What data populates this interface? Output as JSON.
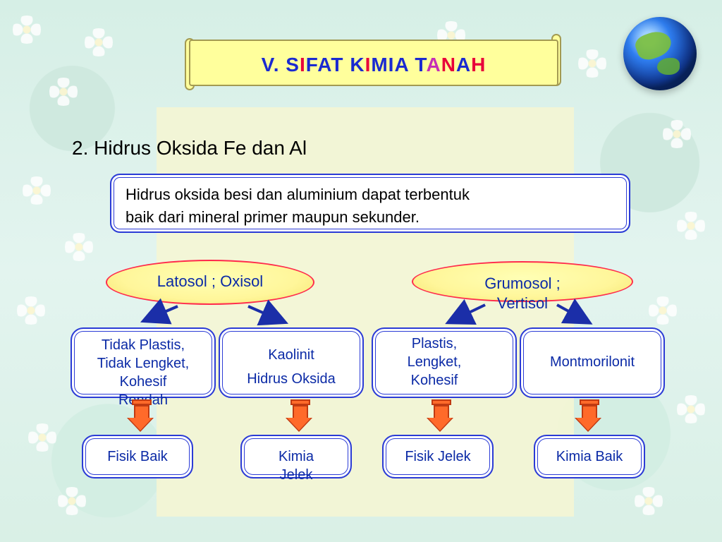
{
  "slide": {
    "title_parts": [
      {
        "text": "V.  ",
        "cls": ""
      },
      {
        "text": "S",
        "cls": ""
      },
      {
        "text": "I",
        "cls": "r"
      },
      {
        "text": "FAT  ",
        "cls": ""
      },
      {
        "text": "K",
        "cls": ""
      },
      {
        "text": "I",
        "cls": "r"
      },
      {
        "text": "M",
        "cls": ""
      },
      {
        "text": "IA  ",
        "cls": ""
      },
      {
        "text": "T",
        "cls": ""
      },
      {
        "text": "A",
        "cls": "p"
      },
      {
        "text": "N",
        "cls": "r"
      },
      {
        "text": "A",
        "cls": ""
      },
      {
        "text": "H",
        "cls": "r"
      }
    ],
    "subtitle": "2.  Hidrus Oksida Fe dan Al",
    "description_line1": "Hidrus oksida besi dan aluminium dapat terbentuk",
    "description_line2": "baik dari mineral primer maupun sekunder.",
    "ellipses": {
      "left": "Latosol ; Oxisol",
      "right_line1": "Grumosol ;",
      "right_line2": "Vertisol"
    },
    "boxes_mid": {
      "b1_line1": "Tidak Plastis,",
      "b1_line2": "Tidak Lengket,",
      "b1_line3": "Kohesif",
      "b1_line4": "Rendah",
      "b2_line1": "Kaolinit",
      "b2_line2": "Hidrus Oksida",
      "b3_line1": "Plastis,",
      "b3_line2": "Lengket,",
      "b3_line3": "Kohesif",
      "b4": "Montmorilonit"
    },
    "boxes_bottom": {
      "c1": "Fisik Baik",
      "c2_line1": "Kimia",
      "c2_line2": "Jelek",
      "c3": "Fisik Jelek",
      "c4": "Kimia Baik"
    },
    "colors": {
      "title_blue": "#1a2ad0",
      "title_red": "#e8003a",
      "title_purple": "#c52fb6",
      "box_border": "#2b3bd6",
      "ellipse_border": "#ff2b4c",
      "arrow_orange": "#ff6a2a"
    }
  }
}
